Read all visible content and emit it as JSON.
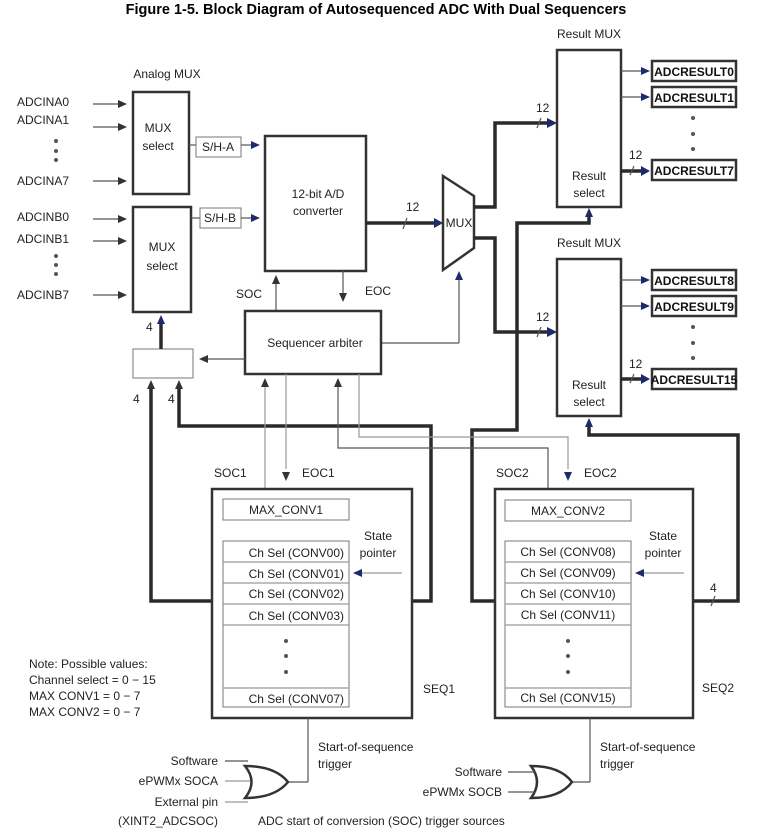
{
  "figure": {
    "title": "Figure 1-5.  Block Diagram of Autosequenced ADC With Dual Sequencers"
  },
  "analog_mux": {
    "label": "Analog MUX",
    "group_a": {
      "inputs": [
        "ADCINA0",
        "ADCINA1",
        "ADCINA7"
      ],
      "block": [
        "MUX",
        "select"
      ],
      "sample_hold": "S/H-A"
    },
    "group_b": {
      "inputs": [
        "ADCINB0",
        "ADCINB1",
        "ADCINB7"
      ],
      "block": [
        "MUX",
        "select"
      ],
      "sample_hold": "S/H-B"
    }
  },
  "adc": {
    "label": [
      "12-bit A/D",
      "converter"
    ],
    "soc": "SOC",
    "eoc": "EOC",
    "width": "12"
  },
  "result_mux": {
    "label": "MUX"
  },
  "result_mux_1": {
    "title": "Result MUX",
    "select": [
      "Result",
      "select"
    ],
    "bus_in": "12",
    "bus_out": "12",
    "outputs": [
      "ADCRESULT0",
      "ADCRESULT1",
      "ADCRESULT7"
    ]
  },
  "result_mux_2": {
    "title": "Result MUX",
    "select": [
      "Result",
      "select"
    ],
    "bus_in": "12",
    "bus_out": "12",
    "outputs": [
      "ADCRESULT8",
      "ADCRESULT9",
      "ADCRESULT15"
    ]
  },
  "arbiter": {
    "label": "Sequencer arbiter",
    "bus_widths": [
      "4",
      "4",
      "4"
    ]
  },
  "seq1": {
    "name": "SEQ1",
    "soc": "SOC1",
    "eoc": "EOC1",
    "max_conv": "MAX_CONV1",
    "state_pointer": [
      "State",
      "pointer"
    ],
    "rows": [
      "Ch Sel (CONV00)",
      "Ch Sel (CONV01)",
      "Ch Sel (CONV02)",
      "Ch Sel (CONV03)",
      "Ch Sel (CONV07)"
    ]
  },
  "seq2": {
    "name": "SEQ2",
    "soc": "SOC2",
    "eoc": "EOC2",
    "max_conv": "MAX_CONV2",
    "state_pointer": [
      "State",
      "pointer"
    ],
    "bus_width": "4",
    "rows": [
      "Ch Sel (CONV08)",
      "Ch Sel (CONV09)",
      "Ch Sel (CONV10)",
      "Ch Sel (CONV11)",
      "Ch Sel (CONV15)"
    ]
  },
  "note": {
    "lines": [
      "Note: Possible values:",
      "Channel select = 0 − 15",
      "MAX CONV1 = 0 − 7",
      "MAX CONV2 = 0 − 7"
    ]
  },
  "triggers": {
    "seq1_inputs": [
      "Software",
      "ePWMx SOCA",
      "External pin",
      "(XINT2_ADCSOC)"
    ],
    "seq2_inputs": [
      "Software",
      "ePWMx SOCB"
    ],
    "trigger_label": [
      "Start-of-sequence",
      "trigger"
    ],
    "caption": "ADC start of conversion (SOC) trigger sources"
  }
}
